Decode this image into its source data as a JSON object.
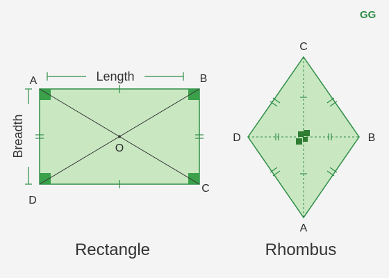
{
  "logo": {
    "text": "GG",
    "color": "#2f8d46"
  },
  "colors": {
    "fill": "#c9e8c2",
    "stroke": "#2f8d46",
    "dark": "#3aa04a",
    "line": "#333333",
    "text": "#2b2b2b"
  },
  "rectangle": {
    "caption": "Rectangle",
    "length_label": "Length",
    "breadth_label": "Breadth",
    "vertices": {
      "a": "A",
      "b": "B",
      "c": "C",
      "d": "D",
      "o": "O"
    }
  },
  "rhombus": {
    "caption": "Rhombus",
    "vertices": {
      "a": "A",
      "b": "B",
      "c": "C",
      "d": "D"
    }
  }
}
